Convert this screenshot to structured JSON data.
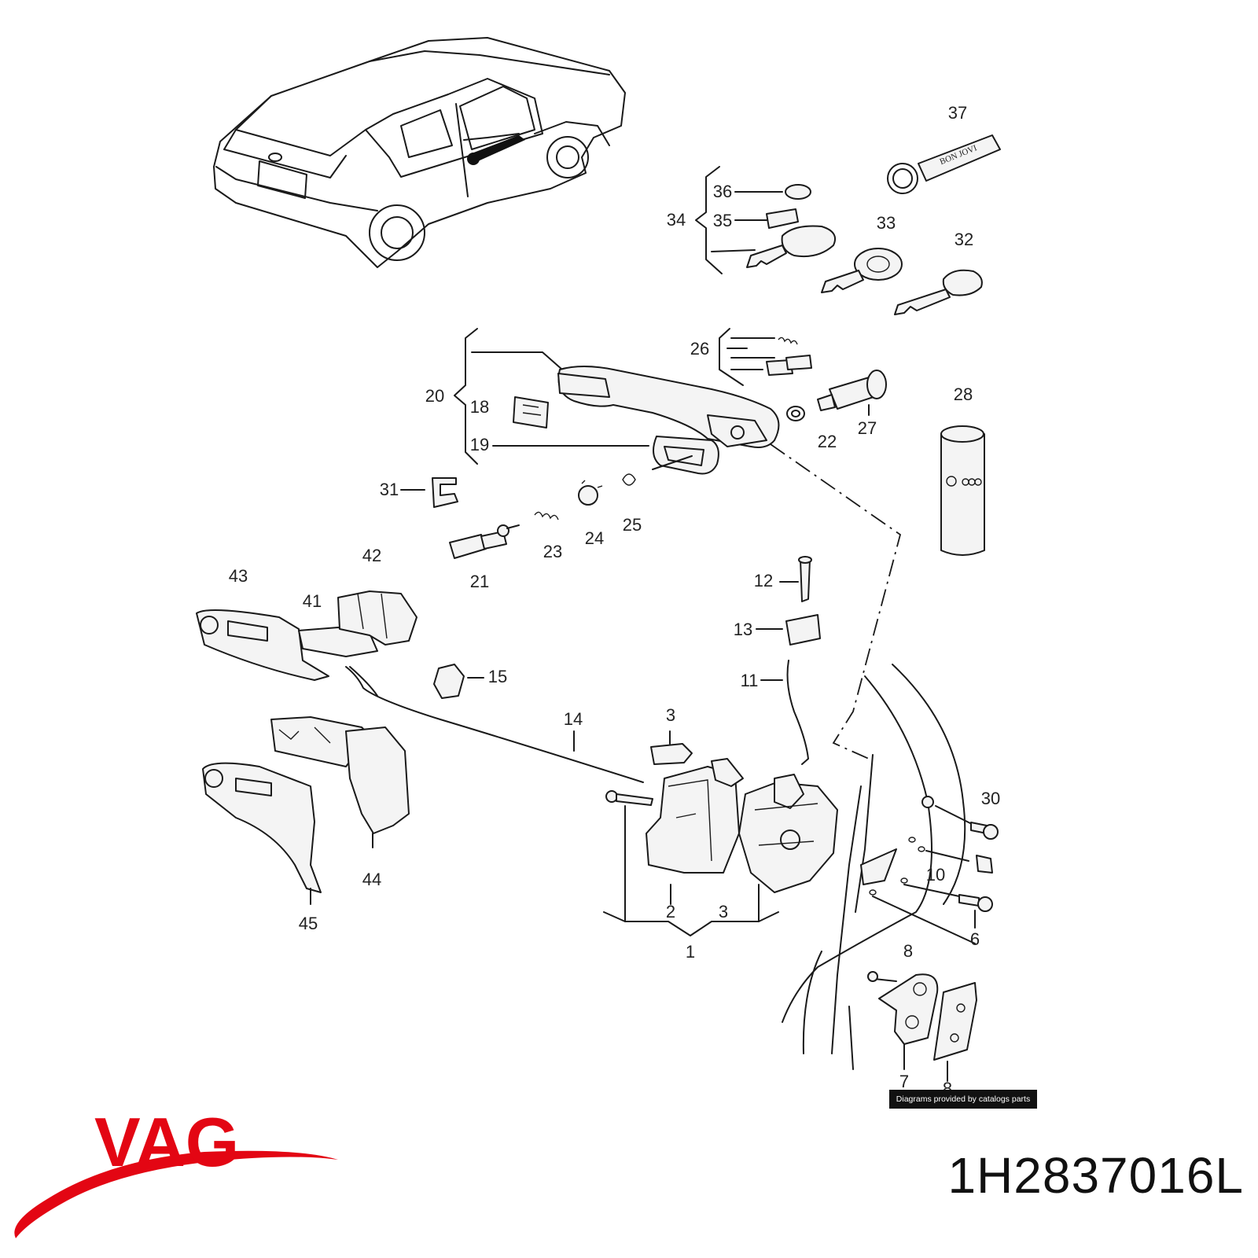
{
  "labels": [
    "1",
    "2",
    "3",
    "3",
    "6",
    "7",
    "8",
    "8",
    "10",
    "11",
    "12",
    "13",
    "14",
    "15",
    "18",
    "19",
    "20",
    "21",
    "22",
    "23",
    "24",
    "25",
    "26",
    "27",
    "28",
    "30",
    "31",
    "32",
    "33",
    "34",
    "35",
    "36",
    "37",
    "41",
    "42",
    "43",
    "44",
    "45"
  ],
  "keyfob_text": "BON JOVI",
  "credit": "Diagrams provided by catalogs parts",
  "brand": {
    "name": "VAG",
    "color": "#e30613"
  },
  "part_number": "1H2837016L"
}
